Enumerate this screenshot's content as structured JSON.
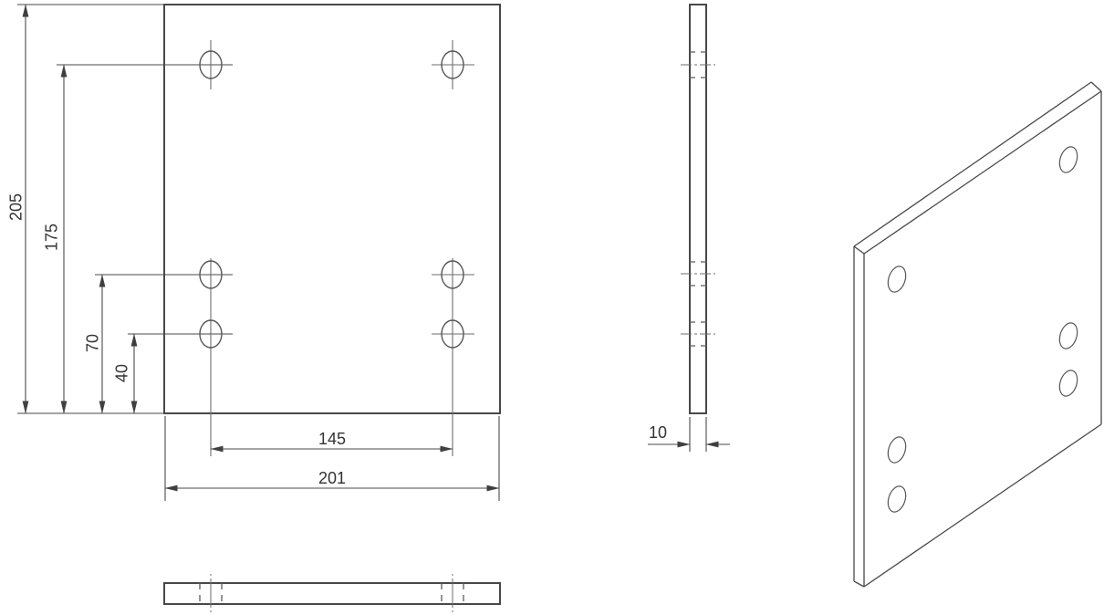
{
  "drawing": {
    "type": "engineering-part-drawing",
    "part": "rectangular plate with six holes",
    "background_color": "#ffffff",
    "line_color": "#3f3f3f",
    "dimension_line_color": "#4a4a4a",
    "centerline_color": "#6e6e6e",
    "text_color": "#333333"
  },
  "views": {
    "front_view": {
      "dimensions": {
        "plate_height": "205",
        "top_hole_row_from_bottom": "175",
        "middle_hole_row_from_bottom": "70",
        "bottom_hole_row_from_bottom": "40",
        "hole_column_spacing": "145",
        "plate_width": "201"
      },
      "hole_count": 6
    },
    "side_view": {
      "dimensions": {
        "plate_thickness": "10"
      }
    },
    "bottom_view": {
      "hidden_hole_count": 2
    },
    "isometric_view": {
      "hole_count": 6
    }
  }
}
